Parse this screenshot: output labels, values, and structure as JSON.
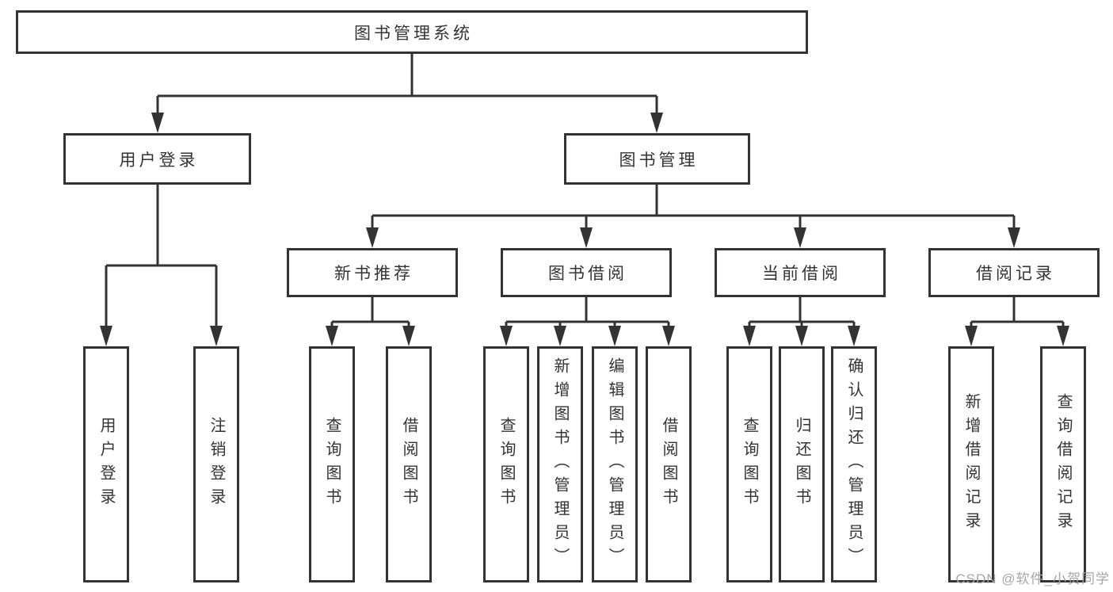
{
  "diagram": {
    "root_label": "图书管理系统",
    "level2": {
      "user_login": "用户登录",
      "book_mgmt": "图书管理"
    },
    "level3": {
      "new_book_rec": "新书推荐",
      "book_borrow": "图书借阅",
      "current_borrow": "当前借阅",
      "borrow_records": "借阅记录"
    },
    "leaves": {
      "user_login": [
        "用户登录",
        "注销登录"
      ],
      "new_book_rec": [
        "查询图书",
        "借阅图书"
      ],
      "book_borrow": [
        "查询图书",
        "新增图书（管理员）",
        "编辑图书（管理员）",
        "借阅图书"
      ],
      "current_borrow": [
        "查询图书",
        "归还图书",
        "确认归还（管理员）"
      ],
      "borrow_records": [
        "新增借阅记录",
        "查询借阅记录"
      ]
    },
    "colors": {
      "line": "#333333",
      "border": "#333333",
      "text": "#333333",
      "background": "#ffffff",
      "watermark": "#a6a6a6"
    }
  },
  "watermark": "CSDN @软件_小贺同学"
}
